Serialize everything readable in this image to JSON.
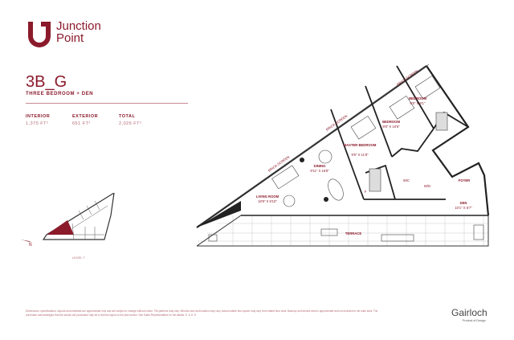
{
  "brand": {
    "name_line1": "Junction",
    "name_line2": "Point",
    "color": "#8b1a2b"
  },
  "unit": {
    "code": "3B_G",
    "type": "THREE BEDROOM + DEN"
  },
  "areas": [
    {
      "label": "INTERIOR",
      "value": "1,375 FT²"
    },
    {
      "label": "EXTERIOR",
      "value": "651 FT²"
    },
    {
      "label": "TOTAL",
      "value": "2,026 FT²"
    }
  ],
  "plan": {
    "rooms": [
      {
        "name": "BEDROOM",
        "dims": "9'5\" X 9'1\""
      },
      {
        "name": "BEDROOM",
        "dims": "9'8\" X 10'6\""
      },
      {
        "name": "MASTER BEDROOM",
        "dims": "9'8\" X 11'8\""
      },
      {
        "name": "DINING",
        "dims": "9'11\" X 16'8\""
      },
      {
        "name": "LIVING ROOM",
        "dims": "18'9\" X 9'10\""
      },
      {
        "name": "DEN",
        "dims": "10'1\" X 5'7\""
      },
      {
        "name": "FOYER",
        "dims": ""
      },
      {
        "name": "TERRACE",
        "dims": ""
      }
    ],
    "small_labels": [
      "WIC",
      "W/D",
      "F"
    ],
    "screen_label": "BRICK SCREEN"
  },
  "keyplan": {
    "level": "LEVEL 7",
    "north": "N",
    "highlight_color": "#8b1a2b"
  },
  "disclaimer": "Dimensions, specifications, layouts and materials are approximate only and are subject to change without notice. Tile patterns may vary. Window size and location may vary. Actual usable floor space may vary from stated floor area. Balcony and terrace area is approximate and not included in net suite area. The purchaser acknowledges that the actual unit purchased may be a reverse layout to the plan shown. See Sales Representative for full details. E. & O. E.",
  "developer": {
    "name": "Gairloch",
    "tagline": "Product of Design"
  }
}
